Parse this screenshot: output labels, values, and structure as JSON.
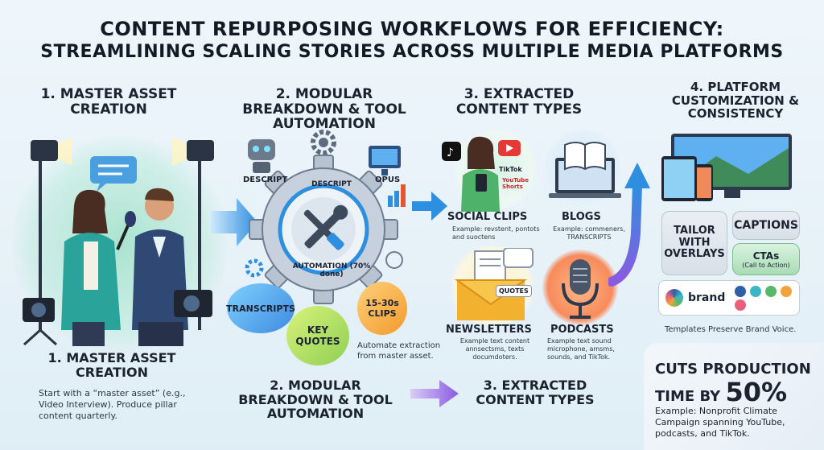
{
  "title": {
    "line1": "CONTENT REPURPOSING WORKFLOWS FOR EFFICIENCY:",
    "line2": "STREAMLINING SCALING STORIES ACROSS MULTIPLE MEDIA PLATFORMS"
  },
  "steps": {
    "s1": "1. MASTER ASSET CREATION",
    "s2": "2. MODULAR BREAKDOWN & TOOL AUTOMATION",
    "s3": "3. EXTRACTED CONTENT TYPES",
    "s4": "4. PLATFORM CUSTOMIZATION & CONSISTENCY"
  },
  "tools": {
    "descript": "DESCRIPT",
    "opus": "OPUS",
    "gear_top": "DESCRIPT",
    "gear_bottom": "AUTOMATION (70% done)"
  },
  "bubbles": {
    "transcripts": "TRANSCRIPTS",
    "key_quotes": "KEY QUOTES",
    "clips": "15-30s CLIPS"
  },
  "auto_note": "Automate extraction from master asset.",
  "content_types": {
    "social": {
      "title": "SOCIAL CLIPS",
      "desc": "Example: revstent, pontots and suoctens",
      "tiktok": "TikTok",
      "shorts": "YouTube Shorts"
    },
    "blogs": {
      "title": "BLOGS",
      "desc": "Example: commeners, TRANSCRIPTS"
    },
    "newsletters": {
      "title": "NEWSLETTERS",
      "desc": "Example text content annsectsms, texts documdoters.",
      "quotes": "QUOTES"
    },
    "podcasts": {
      "title": "PODCASTS",
      "desc": "Example text sound microphone, amsms, sounds, and TikTok."
    }
  },
  "platform": {
    "tailor": "TAILOR WITH OVERLAYS",
    "captions": "CAPTIONS",
    "ctas": "CTAs",
    "ctas_sub": "(Call to Action)",
    "brand": "brand",
    "brand_colors": [
      "#2f5fa8",
      "#3cb6c6",
      "#58b86a",
      "#f2a23a",
      "#e9607a"
    ],
    "templates": "Templates Preserve Brand Voice."
  },
  "bottom": {
    "s1_title": "1. MASTER ASSET CREATION",
    "s1_desc": "Start with a “master asset” (e.g., Video Interview). Produce pillar content quarterly.",
    "s2_title": "2. MODULAR BREAKDOWN & TOOL AUTOMATION",
    "s3_title": "3. EXTRACTED CONTENT TYPES"
  },
  "stat": {
    "line1": "CUTS PRODUCTION",
    "line2_prefix": "TIME BY ",
    "value": "50%",
    "example": "Example: Nonprofit Climate Campaign spanning YouTube, podcasts, and TikTok."
  }
}
